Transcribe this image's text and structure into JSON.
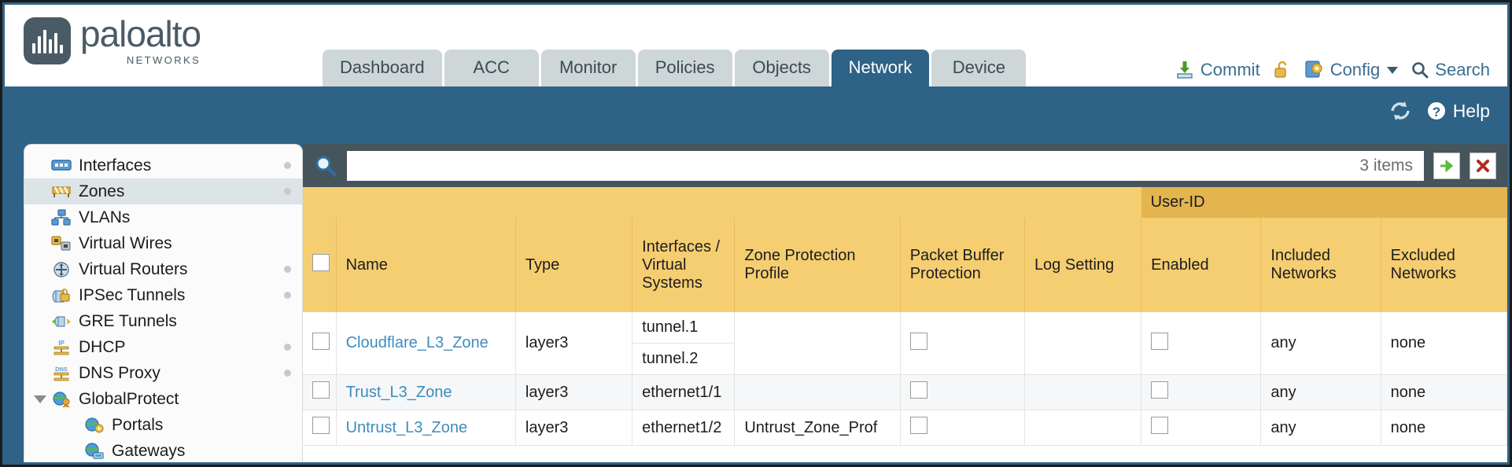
{
  "brand": {
    "name": "paloalto",
    "tagline": "NETWORKS",
    "registered": "®"
  },
  "tabs": [
    {
      "label": "Dashboard",
      "active": false
    },
    {
      "label": "ACC",
      "active": false
    },
    {
      "label": "Monitor",
      "active": false
    },
    {
      "label": "Policies",
      "active": false
    },
    {
      "label": "Objects",
      "active": false
    },
    {
      "label": "Network",
      "active": true
    },
    {
      "label": "Device",
      "active": false
    }
  ],
  "header_actions": {
    "commit": "Commit",
    "config": "Config",
    "search": "Search"
  },
  "band": {
    "help": "Help"
  },
  "sidebar": {
    "items": [
      {
        "label": "Interfaces",
        "icon": "interfaces-icon",
        "selected": false,
        "child": false,
        "dot": true
      },
      {
        "label": "Zones",
        "icon": "zones-icon",
        "selected": true,
        "child": false,
        "dot": true
      },
      {
        "label": "VLANs",
        "icon": "vlans-icon",
        "selected": false,
        "child": false,
        "dot": false
      },
      {
        "label": "Virtual Wires",
        "icon": "virtual-wires-icon",
        "selected": false,
        "child": false,
        "dot": false
      },
      {
        "label": "Virtual Routers",
        "icon": "virtual-routers-icon",
        "selected": false,
        "child": false,
        "dot": true
      },
      {
        "label": "IPSec Tunnels",
        "icon": "ipsec-tunnels-icon",
        "selected": false,
        "child": false,
        "dot": true
      },
      {
        "label": "GRE Tunnels",
        "icon": "gre-tunnels-icon",
        "selected": false,
        "child": false,
        "dot": false
      },
      {
        "label": "DHCP",
        "icon": "dhcp-icon",
        "selected": false,
        "child": false,
        "dot": true
      },
      {
        "label": "DNS Proxy",
        "icon": "dns-proxy-icon",
        "selected": false,
        "child": false,
        "dot": true
      },
      {
        "label": "GlobalProtect",
        "icon": "globalprotect-icon",
        "selected": false,
        "child": false,
        "dot": false,
        "expanded": true
      },
      {
        "label": "Portals",
        "icon": "portals-icon",
        "selected": false,
        "child": true,
        "dot": false
      },
      {
        "label": "Gateways",
        "icon": "gateways-icon",
        "selected": false,
        "child": true,
        "dot": false
      }
    ]
  },
  "search": {
    "value": "",
    "placeholder": "",
    "items_count": "3 items"
  },
  "table": {
    "group_header": "User-ID",
    "columns": {
      "name": "Name",
      "type": "Type",
      "interfaces": "Interfaces / Virtual Systems",
      "zone_protection": "Zone Protection Profile",
      "packet_buffer": "Packet Buffer Protection",
      "log_setting": "Log Setting",
      "enabled": "Enabled",
      "included": "Included Networks",
      "excluded": "Excluded Networks"
    },
    "rows": [
      {
        "name": "Cloudflare_L3_Zone",
        "type": "layer3",
        "interfaces": [
          "tunnel.1",
          "tunnel.2"
        ],
        "zone_protection": "",
        "packet_buffer_checked": false,
        "log_setting": "",
        "enabled_checked": false,
        "included": "any",
        "excluded": "none"
      },
      {
        "name": "Trust_L3_Zone",
        "type": "layer3",
        "interfaces": [
          "ethernet1/1"
        ],
        "zone_protection": "",
        "packet_buffer_checked": false,
        "log_setting": "",
        "enabled_checked": false,
        "included": "any",
        "excluded": "none"
      },
      {
        "name": "Untrust_L3_Zone",
        "type": "layer3",
        "interfaces": [
          "ethernet1/2"
        ],
        "zone_protection": "Untrust_Zone_Prof",
        "packet_buffer_checked": false,
        "log_setting": "",
        "enabled_checked": false,
        "included": "any",
        "excluded": "none"
      }
    ]
  },
  "colors": {
    "brand_blue": "#2e6286",
    "header_gold": "#f5ce72",
    "group_gold": "#e4b44e",
    "link_blue": "#3c8dbc",
    "toolbar_dark": "#46545c"
  }
}
